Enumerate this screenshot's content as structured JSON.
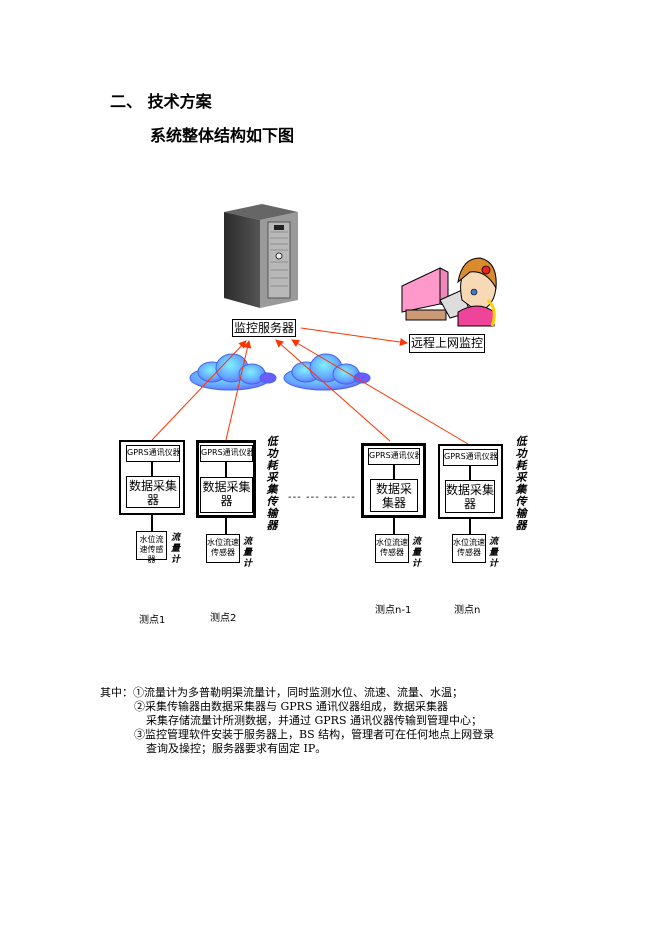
{
  "heading": {
    "section": "二、 技术方案",
    "subtitle": "系统整体结构如下图"
  },
  "diagram": {
    "server_label": "监控服务器",
    "remote_label": "远程上网监控",
    "ellipsis": "--- --- --- ---",
    "collector_group_label": "低功耗采集传输器",
    "arrow_color": "#ff3300",
    "cloud_color": "#66aaff",
    "stations": [
      {
        "gprs": "GPRS通讯仪器",
        "collector": "数据采集器",
        "sensor": "水位流速传感器",
        "meter": "流量计",
        "point": "测点1"
      },
      {
        "gprs": "GPRS通讯仪器",
        "collector": "数据采集器",
        "sensor": "水位流速传感器",
        "meter": "流量计",
        "point": "测点2"
      },
      {
        "gprs": "GPRS通讯仪器",
        "collector": "数据采集器",
        "sensor": "水位流速传感器",
        "meter": "流量计",
        "point": "测点n-1"
      },
      {
        "gprs": "GPRS通讯仪器",
        "collector": "数据采集器",
        "sensor": "水位流速传感器",
        "meter": "流量计",
        "point": "测点n"
      }
    ]
  },
  "notes": {
    "prefix": "其中：",
    "line1": "①流量计为多普勒明渠流量计，同时监测水位、流速、流量、水温；",
    "line2": "②采集传输器由数据采集器与 GPRS 通讯仪器组成，数据采集器",
    "line3": "采集存储流量计所测数据，并通过 GPRS 通讯仪器传输到管理中心；",
    "line4": "③监控管理软件安装于服务器上，BS 结构，管理者可在任何地点上网登录",
    "line5": "查询及操控；服务器要求有固定 IP。"
  }
}
